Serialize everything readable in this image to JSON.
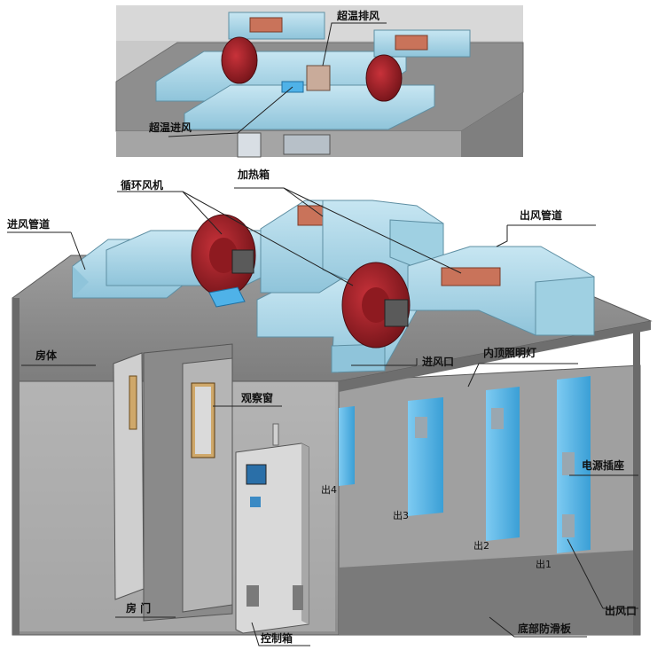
{
  "labels": {
    "super_temp_exhaust": "超温排风",
    "super_temp_intake": "超温进风",
    "circulation_fan": "循环风机",
    "heating_box": "加热箱",
    "outlet_duct": "出风管道",
    "intake_duct": "进风管道",
    "room_body": "房体",
    "air_inlet": "进风口",
    "ceiling_light": "内顶照明灯",
    "observation_window": "观察窗",
    "power_socket": "电源插座",
    "room_door": "房  门",
    "control_box": "控制箱",
    "bottom_slide": "底部防滑板",
    "outlet_vent": "出风口",
    "out1": "出1",
    "out2": "出2",
    "out3": "出3",
    "out4": "出4"
  },
  "colors": {
    "duct": "#a9d6e8",
    "duct_edge": "#5e8fa3",
    "fan": "#a1232a",
    "heater": "#c9735a",
    "roof": "#8a8a8a",
    "wall": "#9a9a9a",
    "panel_blue": "#4fb2e8"
  }
}
